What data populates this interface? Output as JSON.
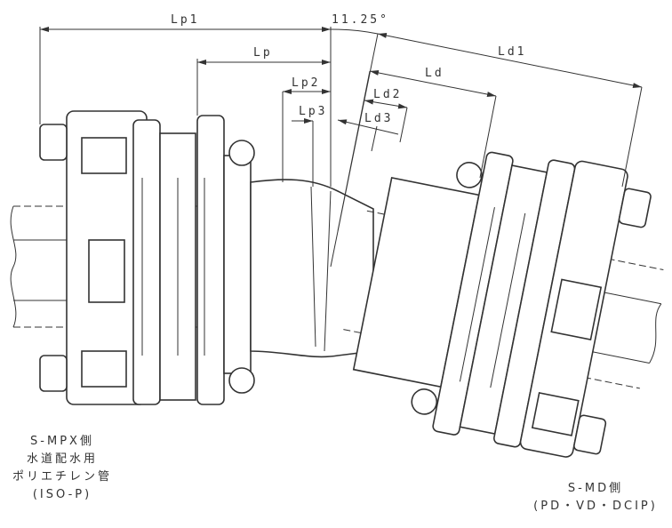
{
  "dimensions": {
    "lp1": "Lp1",
    "lp": "Lp",
    "lp2": "Lp2",
    "lp3": "Lp3",
    "angle": "11.25°",
    "ld1": "Ld1",
    "ld": "Ld",
    "ld2": "Ld2",
    "ld3": "Ld3"
  },
  "left_side": {
    "line1": "S-MPX側",
    "line2": "水道配水用",
    "line3": "ポリエチレン管",
    "line4": "(ISO-P)"
  },
  "right_side": {
    "line1": "S-MD側",
    "line2": "(PD・VD・DCIP)"
  }
}
